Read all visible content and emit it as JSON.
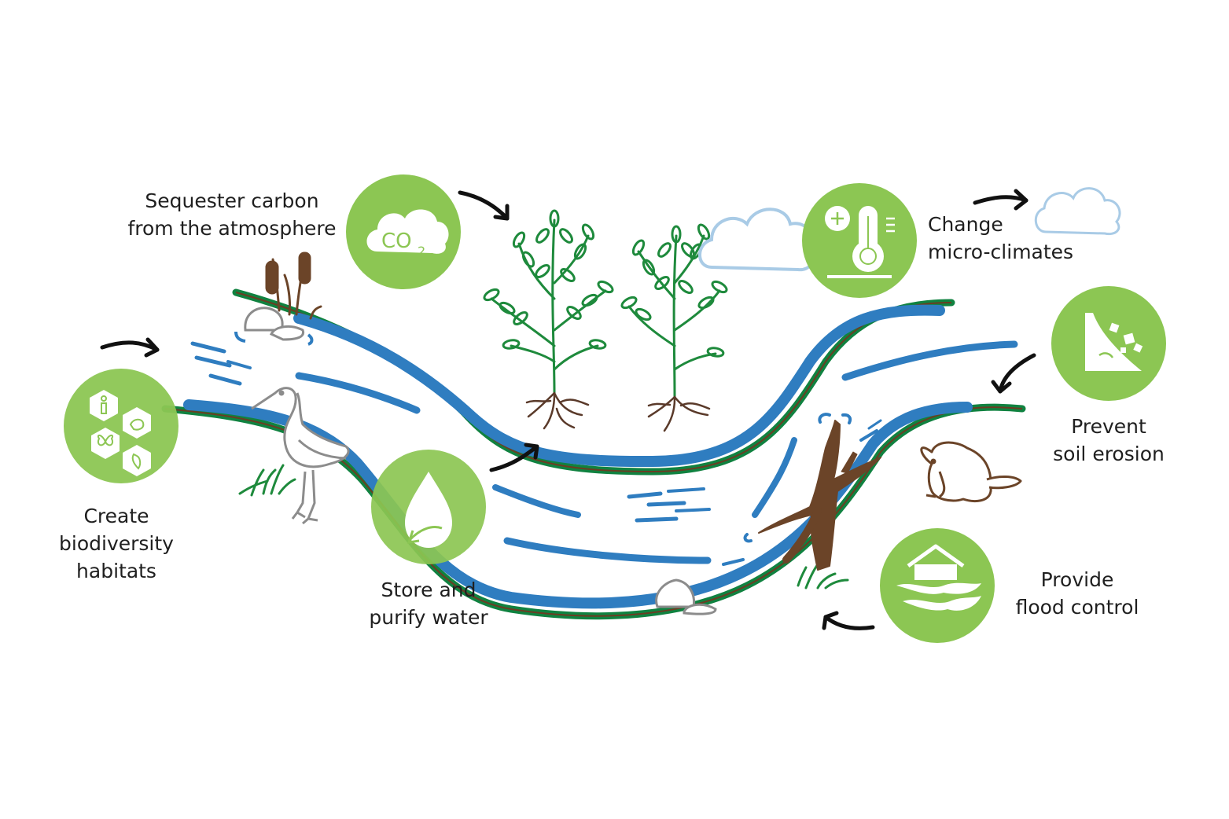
{
  "colors": {
    "circle_green": "#8cc653",
    "water_blue": "#2f7dc0",
    "bank_green": "#108240",
    "bank_brown": "#6b3d23",
    "tree_green": "#1e8a3c",
    "cloud_blue": "#a9cbe6",
    "rock_gray": "#8c8c8c",
    "arrow_black": "#111111",
    "wood_brown": "#6b4428"
  },
  "icons": [
    "co2-cloud-icon",
    "thermometer-icon",
    "soil-erosion-icon",
    "flood-house-icon",
    "water-drop-icon",
    "biodiversity-hexagons-icon"
  ],
  "co2_icon": {
    "main": "CO",
    "sub": "2"
  },
  "benefits": {
    "sequester": {
      "line1": "Sequester carbon",
      "line2": "from the atmosphere"
    },
    "microclimate": {
      "line1": "Change",
      "line2": "micro-climates"
    },
    "erosion": {
      "line1": "Prevent",
      "line2": "soil erosion"
    },
    "flood": {
      "line1": "Provide",
      "line2": "flood control"
    },
    "water": {
      "line1": "Store and",
      "line2": "purify water"
    },
    "biodiversity": {
      "line1": "Create",
      "line2": "biodiversity",
      "line3": "habitats"
    }
  }
}
